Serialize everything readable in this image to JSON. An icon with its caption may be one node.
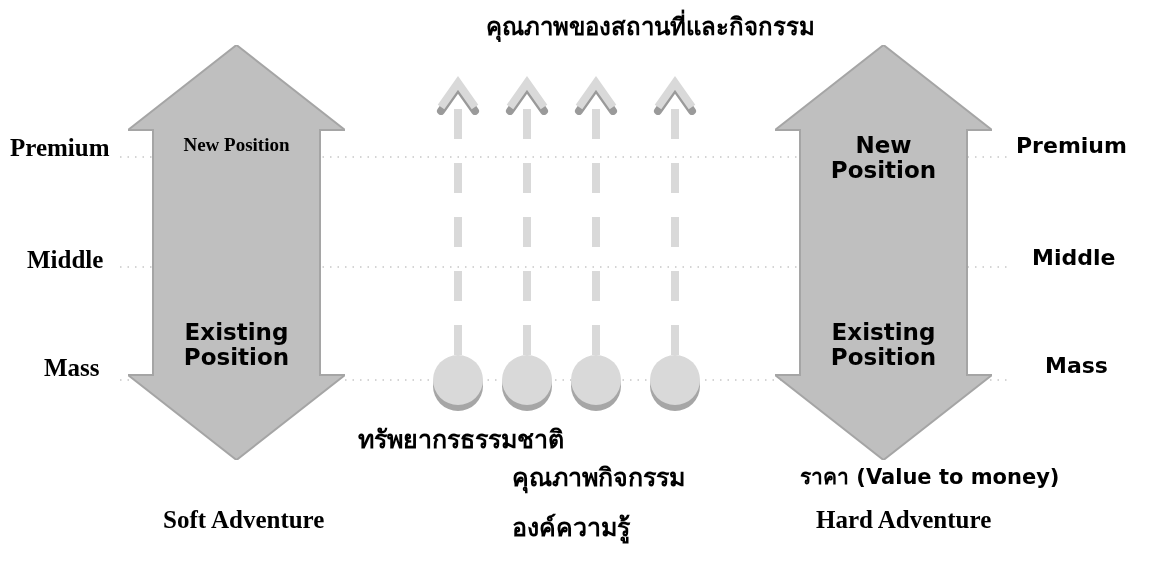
{
  "diagram": {
    "title": "คุณภาพของสถานที่และกิจกรรม",
    "nodes": [
      {
        "text": [
          "New Position",
          "Existing Position"
        ]
      },
      {
        "text": [
          "New Position",
          "Existing Position"
        ]
      },
      {
        "text": [],
        "shape": "circle"
      },
      {
        "text": [],
        "shape": "circle"
      },
      {
        "text": [],
        "shape": "circle"
      },
      {
        "text": [],
        "shape": "circle"
      }
    ],
    "edges": [
      {
        "from": 2,
        "to": null,
        "arrow": "to",
        "style": "dashed"
      },
      {
        "from": 3,
        "to": null,
        "arrow": "to",
        "style": "dashed"
      },
      {
        "from": 4,
        "to": null,
        "arrow": "to",
        "style": "dashed"
      },
      {
        "from": 5,
        "to": null,
        "arrow": "to",
        "style": "dashed"
      }
    ],
    "labels": [
      "Premium",
      "Premium",
      "Middle",
      "Middle",
      "Mass",
      "Mass",
      "ทรัพยากรธรรมชาติ",
      "คุณภาพกิจกรรม",
      "ราคา (Value to money)",
      "Soft Adventure",
      "องค์ความรู้",
      "Hard Adventure"
    ]
  }
}
